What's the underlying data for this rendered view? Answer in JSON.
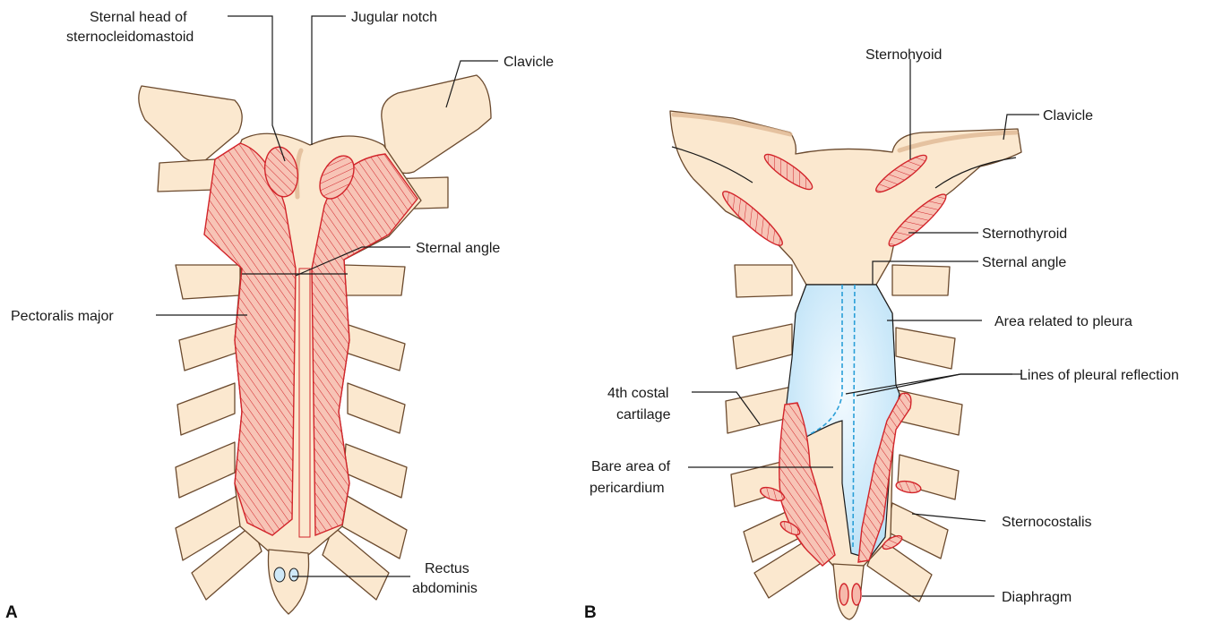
{
  "panels": {
    "a": "A",
    "b": "B"
  },
  "labels_a": {
    "sternal_head_line1": "Sternal head of",
    "sternal_head_line2": "sternocleidomastoid",
    "jugular_notch": "Jugular notch",
    "clavicle": "Clavicle",
    "sternal_angle": "Sternal angle",
    "pectoralis_major": "Pectoralis major",
    "rectus_line1": "Rectus",
    "rectus_line2": "abdominis"
  },
  "labels_b": {
    "sternohyoid": "Sternohyoid",
    "clavicle": "Clavicle",
    "sternothyroid": "Sternothyroid",
    "sternal_angle": "Sternal angle",
    "area_pleura": "Area related to pleura",
    "lines_reflection": "Lines of pleural reflection",
    "costal_line1": "4th costal",
    "costal_line2": "cartilage",
    "bare_line1": "Bare area of",
    "bare_line2": "pericardium",
    "sternocostalis": "Sternocostalis",
    "diaphragm": "Diaphragm"
  },
  "colors": {
    "bone": "#fbe8cf",
    "bone_outline": "#6b4a2e",
    "muscle": "#f6b9ab",
    "muscle_line": "#d2242a",
    "pleura": "#cfe9f8",
    "reflection_line": "#2a9fd8"
  }
}
